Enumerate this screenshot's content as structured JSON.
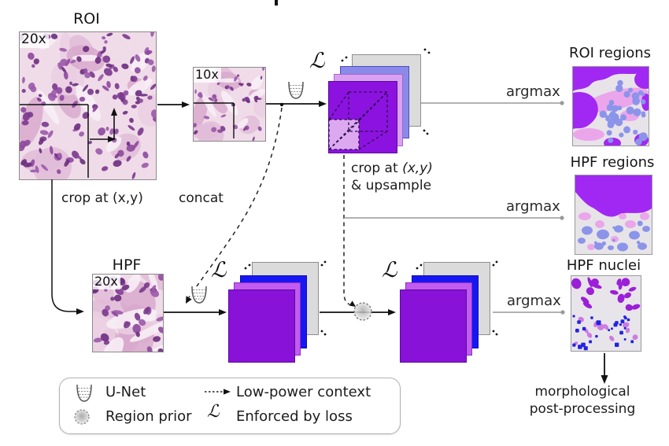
{
  "figure": {
    "roi": {
      "title": "ROI",
      "mag": "20x",
      "crop_label": "crop at (x,y)"
    },
    "lowres": {
      "mag": "10x"
    },
    "hpf": {
      "title": "HPF",
      "mag": "20x"
    },
    "loss_symbol": "ℒ",
    "concat_label": "concat",
    "crop_upsample": {
      "prefix": "crop at",
      "xy": "(x,y)",
      "line2": "& upsample"
    },
    "argmax": "argmax",
    "outputs": {
      "roi_regions": "ROI regions",
      "hpf_regions": "HPF regions",
      "hpf_nuclei": "HPF nuclei"
    },
    "post": {
      "line1": "morphological",
      "line2": "post-processing"
    },
    "legend": {
      "unet": "U-Net",
      "region_prior": "Region prior",
      "low_power": "Low-power context",
      "enforced": "Enforced by loss"
    }
  },
  "colors": {
    "stack_purple": "#8C13DF",
    "stack_orchid_light": "#D9A2EE",
    "stack_periwinkle": "#8A8AE9",
    "stack_blue": "#1717F2",
    "stack_orchid": "#C25BEF",
    "stack_gray": "#DBDBDB",
    "seg_purple": "#A128F2",
    "seg_pink": "#EBA6EB",
    "seg_periwinkle": "#8C94EA",
    "nuclei_purple": "#9C1FD8",
    "nuclei_blue": "#2323E2",
    "nuclei_orchid": "#CC7BE0",
    "line_gray": "#999999"
  }
}
